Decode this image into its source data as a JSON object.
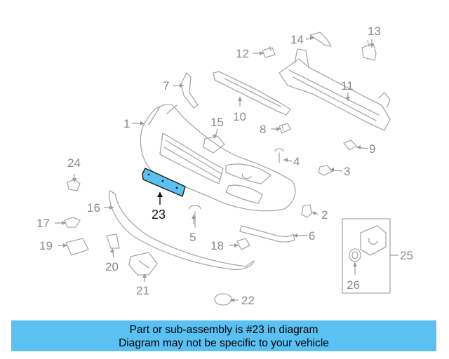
{
  "callouts": {
    "c1": "1",
    "c2": "2",
    "c3": "3",
    "c4": "4",
    "c5": "5",
    "c6": "6",
    "c7": "7",
    "c8": "8",
    "c9": "9",
    "c10": "10",
    "c11": "11",
    "c12": "12",
    "c13": "13",
    "c14": "14",
    "c15": "15",
    "c16": "16",
    "c17": "17",
    "c18": "18",
    "c19": "19",
    "c20": "20",
    "c21": "21",
    "c22": "22",
    "c23": "23",
    "c24": "24",
    "c25": "25",
    "c26": "26"
  },
  "highlight": {
    "part": "23",
    "color": "#5bc0f2"
  },
  "banner": {
    "line1": "Part or sub-assembly is #23 in diagram",
    "line2": "Diagram may not be specific to your vehicle",
    "color": "#5bc0f2"
  }
}
